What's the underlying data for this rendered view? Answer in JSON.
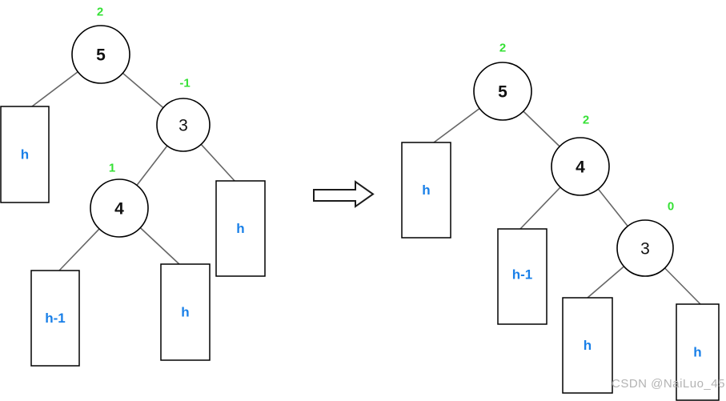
{
  "diagram": {
    "left_tree": {
      "nodes": [
        {
          "value": "5",
          "balance_factor": "2"
        },
        {
          "value": "3",
          "balance_factor": "-1"
        },
        {
          "value": "4",
          "balance_factor": "1"
        }
      ],
      "subtrees": [
        {
          "height": "h"
        },
        {
          "height": "h-1"
        },
        {
          "height": "h"
        },
        {
          "height": "h"
        }
      ]
    },
    "right_tree": {
      "nodes": [
        {
          "value": "5",
          "balance_factor": "2"
        },
        {
          "value": "4",
          "balance_factor": "2"
        },
        {
          "value": "3",
          "balance_factor": "0"
        }
      ],
      "subtrees": [
        {
          "height": "h"
        },
        {
          "height": "h-1"
        },
        {
          "height": "h"
        },
        {
          "height": "h"
        }
      ]
    }
  },
  "watermark": "CSDN @NaiLuo_45",
  "colors": {
    "balance_factor_text": "#35e135",
    "subtree_height_text": "#1a80e8",
    "node_stroke": "#000000",
    "edge": "#666666",
    "watermark": "#b3b3b3",
    "background": "#ffffff"
  }
}
